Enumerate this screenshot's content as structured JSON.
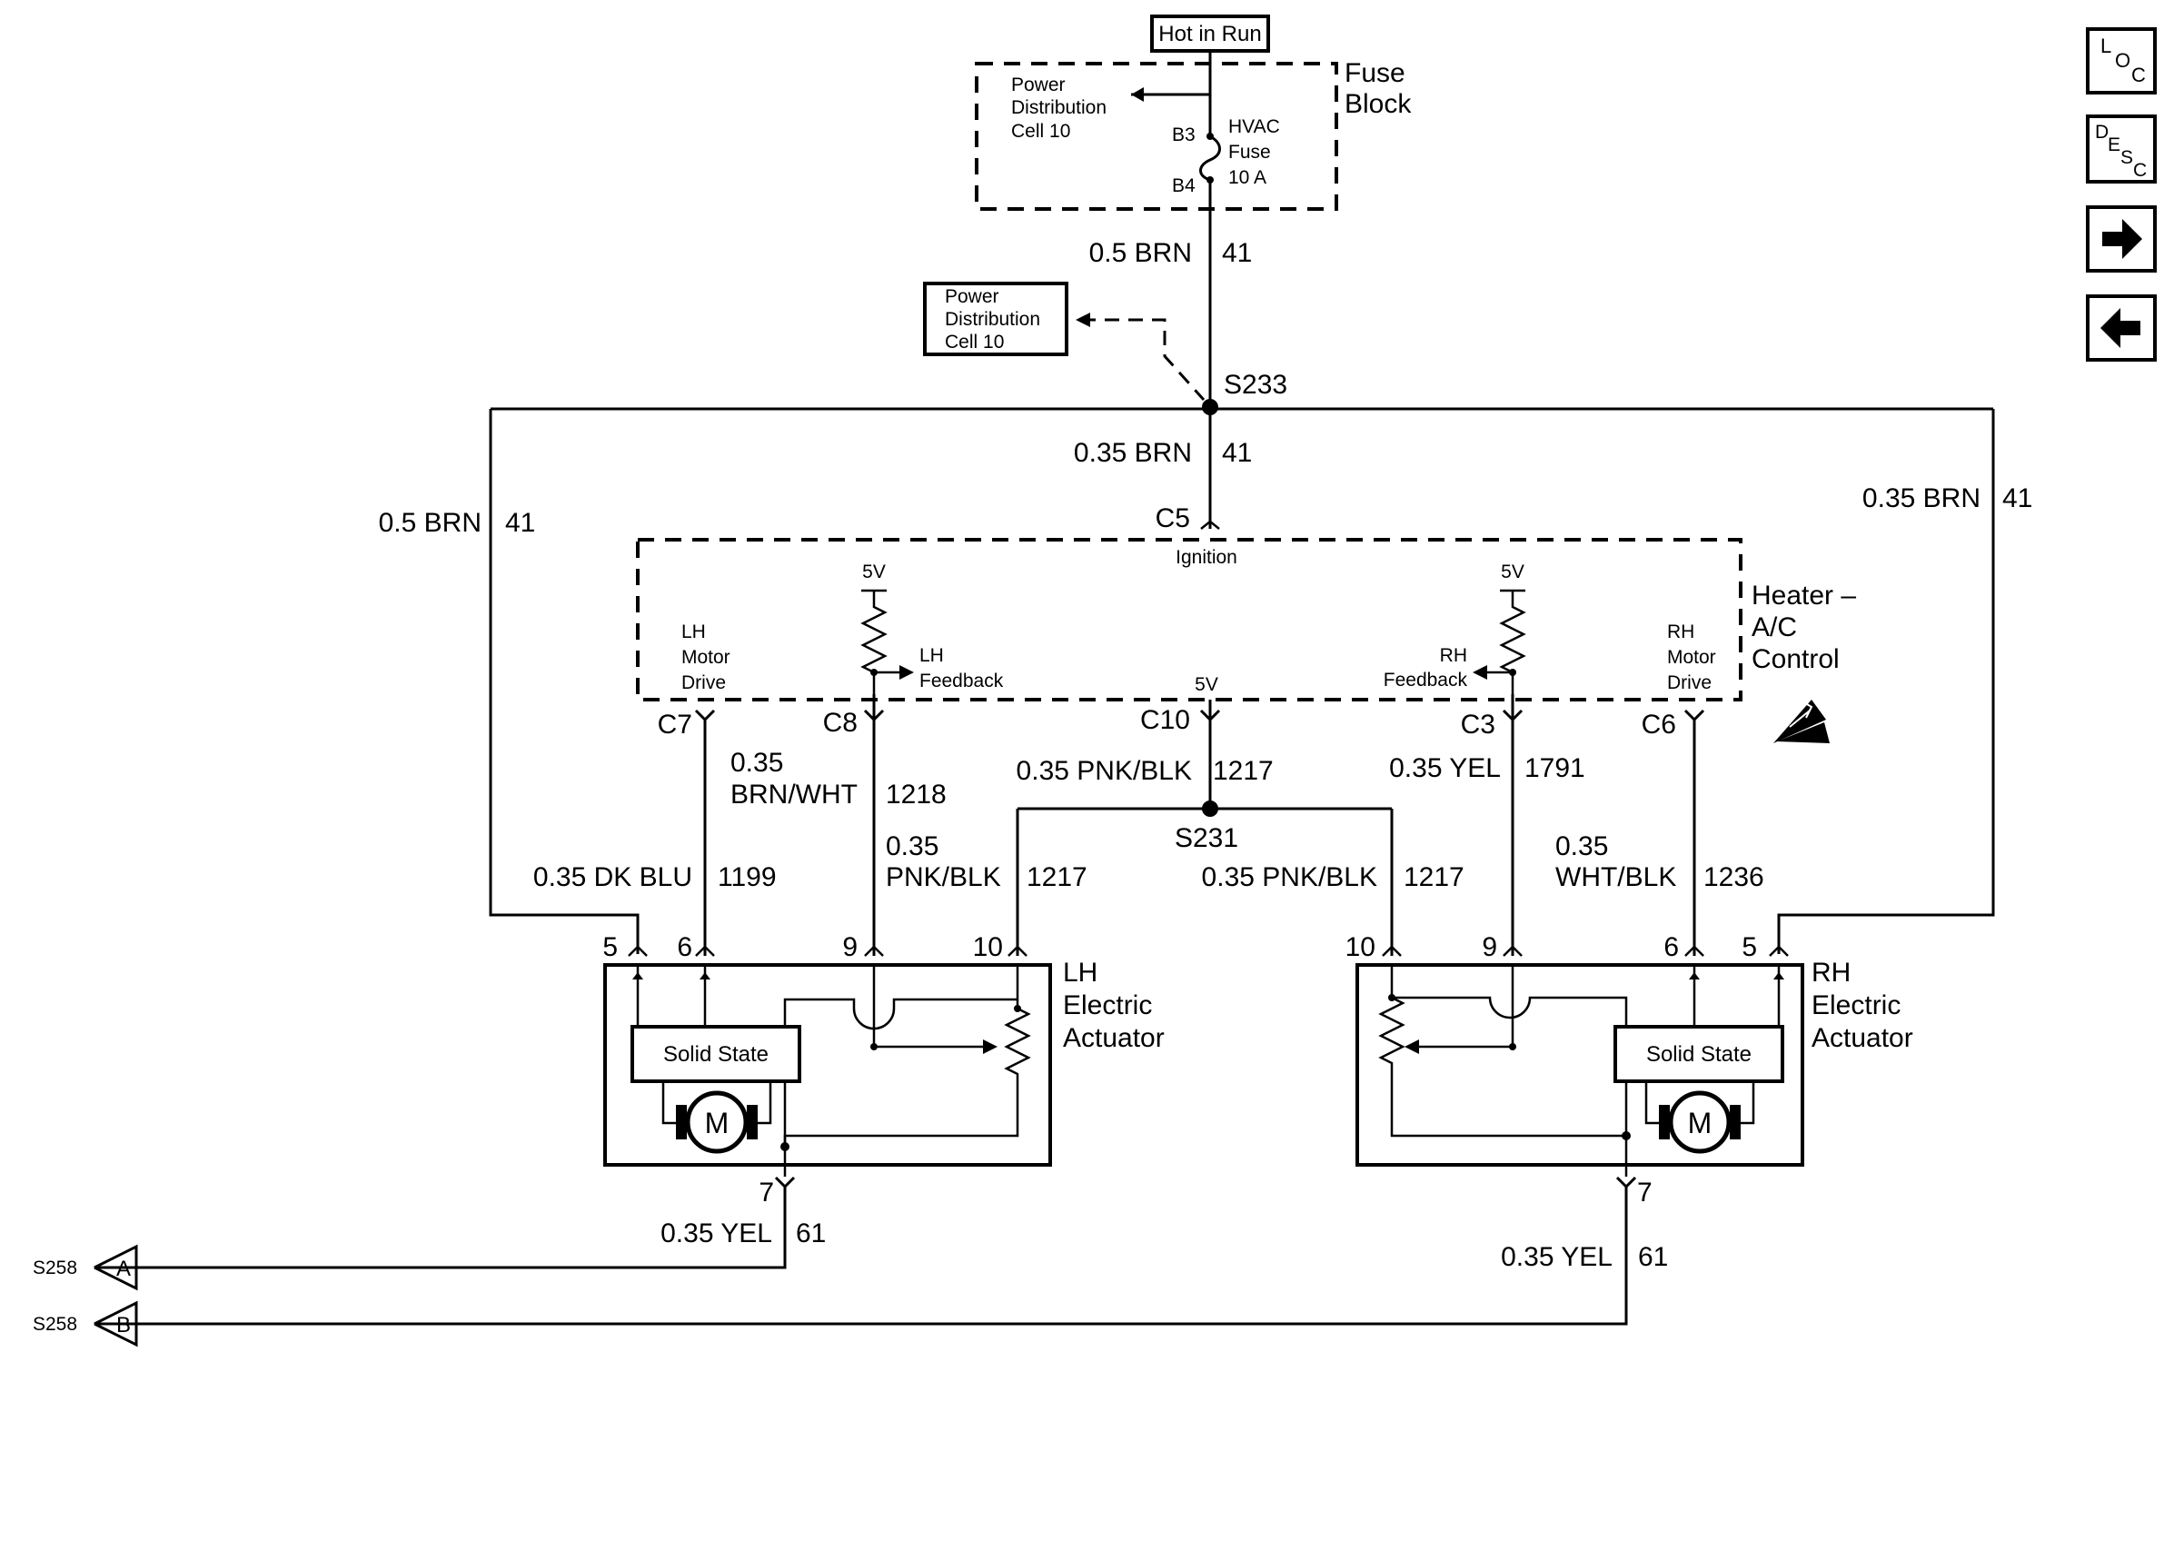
{
  "source": {
    "label": "Hot in Run"
  },
  "fuse_block": {
    "title_line1": "Fuse",
    "title_line2": "Block",
    "power_dist_line1": "Power",
    "power_dist_line2": "Distribution",
    "power_dist_line3": "Cell 10",
    "pin_in": "B3",
    "pin_out": "B4",
    "fuse_line1": "HVAC",
    "fuse_line2": "Fuse",
    "fuse_line3": "10 A"
  },
  "power_dist_box": {
    "line1": "Power",
    "line2": "Distribution",
    "line3": "Cell 10"
  },
  "splices": {
    "s233": "S233",
    "s231": "S231"
  },
  "wires": {
    "main_feed": {
      "gauge": "0.5 BRN",
      "circuit": "41"
    },
    "control_feed": {
      "gauge": "0.35 BRN",
      "circuit": "41"
    },
    "left_feed": {
      "gauge": "0.5 BRN",
      "circuit": "41"
    },
    "right_feed": {
      "gauge": "0.35 BRN",
      "circuit": "41"
    },
    "lh_motor": {
      "gauge": "0.35 DK BLU",
      "circuit": "1199"
    },
    "lh_feedback_l1": "0.35",
    "lh_feedback_l2": "BRN/WHT",
    "lh_feedback_circuit": "1218",
    "lh_ref_l1": "0.35",
    "lh_ref_l2": "PNK/BLK",
    "lh_ref_circuit": "1217",
    "ref_main": {
      "gauge": "0.35 PNK/BLK",
      "circuit": "1217"
    },
    "rh_ref": {
      "gauge": "0.35 PNK/BLK",
      "circuit": "1217"
    },
    "rh_feedback": {
      "gauge": "0.35 YEL",
      "circuit": "1791"
    },
    "rh_motor_l1": "0.35",
    "rh_motor_l2": "WHT/BLK",
    "rh_motor_circuit": "1236",
    "lh_ground": {
      "gauge": "0.35 YEL",
      "circuit": "61"
    },
    "rh_ground": {
      "gauge": "0.35 YEL",
      "circuit": "61"
    }
  },
  "control": {
    "title_line1": "Heater –",
    "title_line2": "A/C",
    "title_line3": "Control",
    "ignition_label": "Ignition",
    "lh_motor_l1": "LH",
    "lh_motor_l2": "Motor",
    "lh_motor_l3": "Drive",
    "rh_motor_l1": "RH",
    "rh_motor_l2": "Motor",
    "rh_motor_l3": "Drive",
    "lh_feedback_l1": "LH",
    "lh_feedback_l2": "Feedback",
    "rh_feedback_l1": "RH",
    "rh_feedback_l2": "Feedback",
    "five_v": "5V",
    "pins": {
      "c5": "C5",
      "c7": "C7",
      "c8": "C8",
      "c10": "C10",
      "c3": "C3",
      "c6": "C6"
    }
  },
  "lh_actuator": {
    "title_line1": "LH",
    "title_line2": "Electric",
    "title_line3": "Actuator",
    "solid_state": "Solid State",
    "motor": "M",
    "pins": {
      "p5": "5",
      "p6": "6",
      "p9": "9",
      "p10": "10",
      "p7": "7"
    }
  },
  "rh_actuator": {
    "title_line1": "RH",
    "title_line2": "Electric",
    "title_line3": "Actuator",
    "solid_state": "Solid State",
    "motor": "M",
    "pins": {
      "p10": "10",
      "p9": "9",
      "p6": "6",
      "p5": "5",
      "p7": "7"
    }
  },
  "ground_refs": [
    {
      "splice": "S258",
      "letter": "A"
    },
    {
      "splice": "S258",
      "letter": "B"
    }
  ],
  "nav": {
    "loc": {
      "l1": "L",
      "l2": "O",
      "l3": "C"
    },
    "desc": {
      "l1": "D",
      "l2": "E",
      "l3": "S",
      "l4": "C"
    },
    "icons": [
      "arrow-right-icon",
      "arrow-left-icon"
    ]
  }
}
